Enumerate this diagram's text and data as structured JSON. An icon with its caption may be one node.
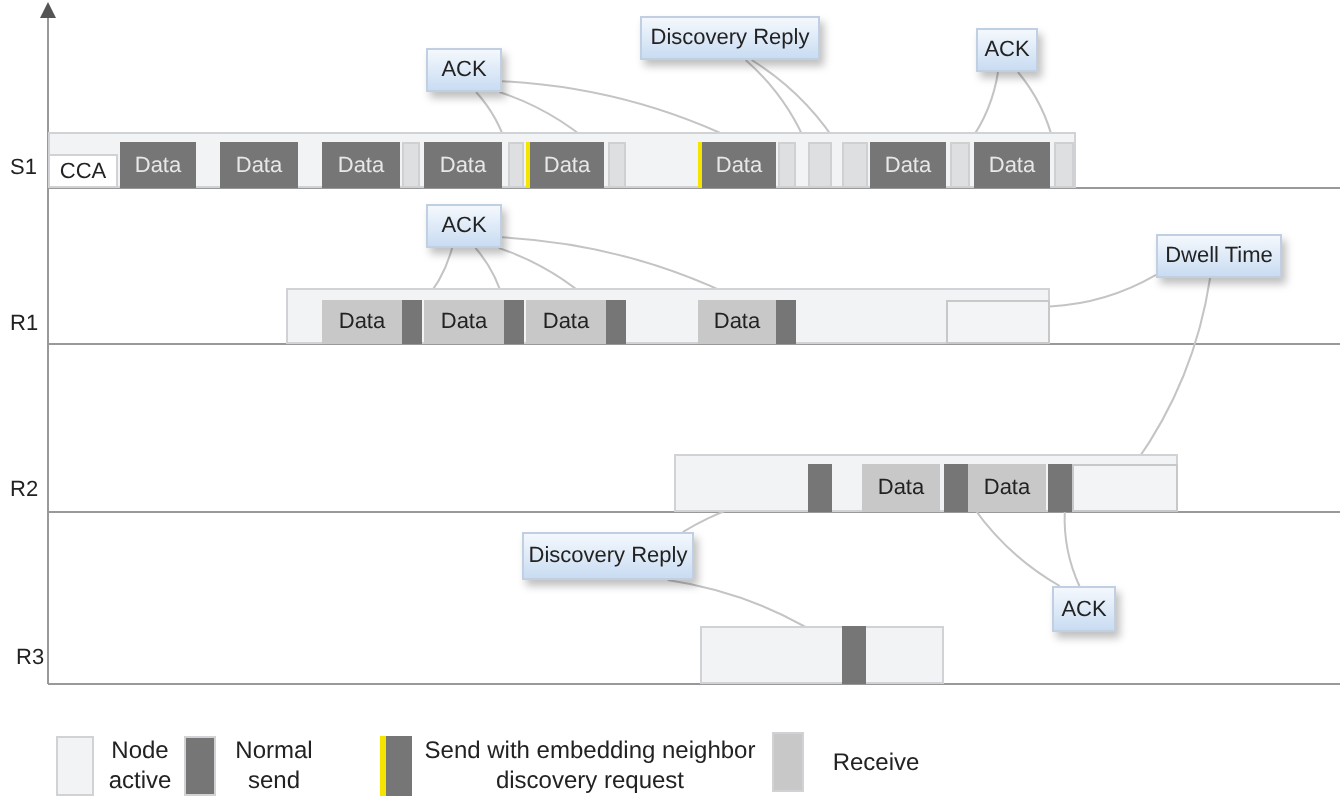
{
  "diagram": {
    "nodes": [
      {
        "text": [
          "ACK"
        ]
      },
      {
        "text": [
          "Discovery Reply"
        ]
      },
      {
        "text": [
          "ACK"
        ]
      },
      {
        "text": [],
        "shape": "bar"
      },
      {
        "text": [
          "CCA"
        ],
        "in": 3
      },
      {
        "text": [
          "Data"
        ],
        "in": 3
      },
      {
        "text": [
          "Data"
        ],
        "in": 3
      },
      {
        "text": [
          "Data"
        ],
        "in": 3
      },
      {
        "text": [],
        "shape": "bar",
        "in": 3
      },
      {
        "text": [
          "Data"
        ],
        "in": 3
      },
      {
        "text": [],
        "shape": "bar",
        "in": 3
      },
      {
        "text": [
          "Data"
        ],
        "in": 3
      },
      {
        "text": [],
        "shape": "bar",
        "in": 3
      },
      {
        "text": [
          "Data"
        ],
        "in": 3
      },
      {
        "text": [],
        "shape": "bar",
        "in": 3
      },
      {
        "text": [],
        "shape": "bar",
        "in": 3
      },
      {
        "text": [],
        "shape": "bar",
        "in": 3
      },
      {
        "text": [
          "Data"
        ],
        "in": 3
      },
      {
        "text": [],
        "shape": "bar",
        "in": 3
      },
      {
        "text": [
          "Data"
        ],
        "in": 3
      },
      {
        "text": [],
        "shape": "bar",
        "in": 3
      },
      {
        "text": [
          "ACK"
        ]
      },
      {
        "text": [
          "Dwell Time"
        ]
      },
      {
        "text": [],
        "shape": "bar"
      },
      {
        "text": [
          "Data"
        ],
        "in": 23
      },
      {
        "text": [],
        "shape": "bar",
        "in": 23
      },
      {
        "text": [
          "Data"
        ],
        "in": 23
      },
      {
        "text": [],
        "shape": "bar",
        "in": 23
      },
      {
        "text": [
          "Data"
        ],
        "in": 23
      },
      {
        "text": [],
        "shape": "bar",
        "in": 23
      },
      {
        "text": [
          "Data"
        ],
        "in": 23
      },
      {
        "text": [],
        "shape": "bar",
        "in": 23
      },
      {
        "text": [],
        "shape": "box",
        "in": 23
      },
      {
        "text": [],
        "shape": "bar"
      },
      {
        "text": [],
        "shape": "bar",
        "in": 33
      },
      {
        "text": [
          "Data"
        ],
        "in": 33
      },
      {
        "text": [],
        "shape": "bar",
        "in": 33
      },
      {
        "text": [
          "Data"
        ],
        "in": 33
      },
      {
        "text": [],
        "shape": "bar",
        "in": 33
      },
      {
        "text": [],
        "shape": "box",
        "in": 33
      },
      {
        "text": [
          "Discovery Reply"
        ]
      },
      {
        "text": [
          "ACK"
        ]
      },
      {
        "text": [],
        "shape": "bar"
      },
      {
        "text": [],
        "shape": "bar",
        "in": 42
      }
    ],
    "edges": [
      {
        "from": 0,
        "to": 10,
        "arrow": "none"
      },
      {
        "from": 0,
        "to": 12,
        "arrow": "none"
      },
      {
        "from": 0,
        "to": 14,
        "arrow": "none"
      },
      {
        "from": 1,
        "to": 15,
        "arrow": "none"
      },
      {
        "from": 1,
        "to": 16,
        "arrow": "none"
      },
      {
        "from": 2,
        "to": 18,
        "arrow": "none"
      },
      {
        "from": 2,
        "to": 20,
        "arrow": "none"
      },
      {
        "from": 21,
        "to": 25,
        "arrow": "none"
      },
      {
        "from": 21,
        "to": 27,
        "arrow": "none"
      },
      {
        "from": 21,
        "to": 29,
        "arrow": "none"
      },
      {
        "from": 21,
        "to": 31,
        "arrow": "none"
      },
      {
        "from": 22,
        "to": 32,
        "arrow": "none"
      },
      {
        "from": 22,
        "to": 39,
        "arrow": "none"
      },
      {
        "from": 40,
        "to": 34,
        "arrow": "none"
      },
      {
        "from": 40,
        "to": 43,
        "arrow": "none"
      },
      {
        "from": 41,
        "to": 36,
        "arrow": "none"
      },
      {
        "from": 41,
        "to": 38,
        "arrow": "none"
      }
    ],
    "labels": [
      "S1",
      "R1",
      "R2",
      "R3"
    ],
    "legend": [
      {
        "text": "Node active",
        "color": "#f2f3f5"
      },
      {
        "text": "Normal send",
        "color": "#767676"
      },
      {
        "text": "Send with embedding neighbor discovery request"
      },
      {
        "text": "Receive",
        "color": "#c8c8c8"
      }
    ]
  }
}
